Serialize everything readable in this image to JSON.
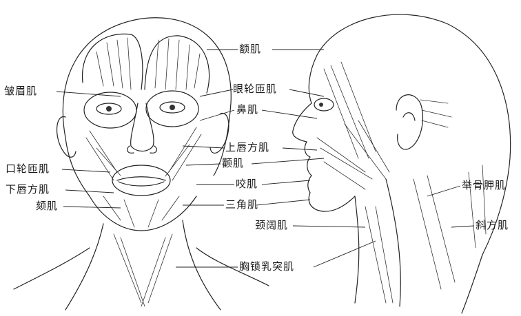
{
  "labels": {
    "frontalis": "额肌",
    "corrugator": "皱眉肌",
    "orbicularis_oculi": "眼轮匝肌",
    "nasalis": "鼻肌",
    "levator_labii": "上唇方肌",
    "zygomaticus": "颧肌",
    "orbicularis_oris": "口轮匝肌",
    "buccinator": "咬肌",
    "depressor_labii": "下唇方肌",
    "mentalis": "颏肌",
    "depressor_anguli": "三角肌",
    "platysma": "颈阔肌",
    "sternocleidomastoid": "胸锁乳突肌",
    "levator_scapulae": "举骨胛肌",
    "trapezius": "斜方肌"
  },
  "colors": {
    "ink": "#222222",
    "background": "#ffffff"
  }
}
